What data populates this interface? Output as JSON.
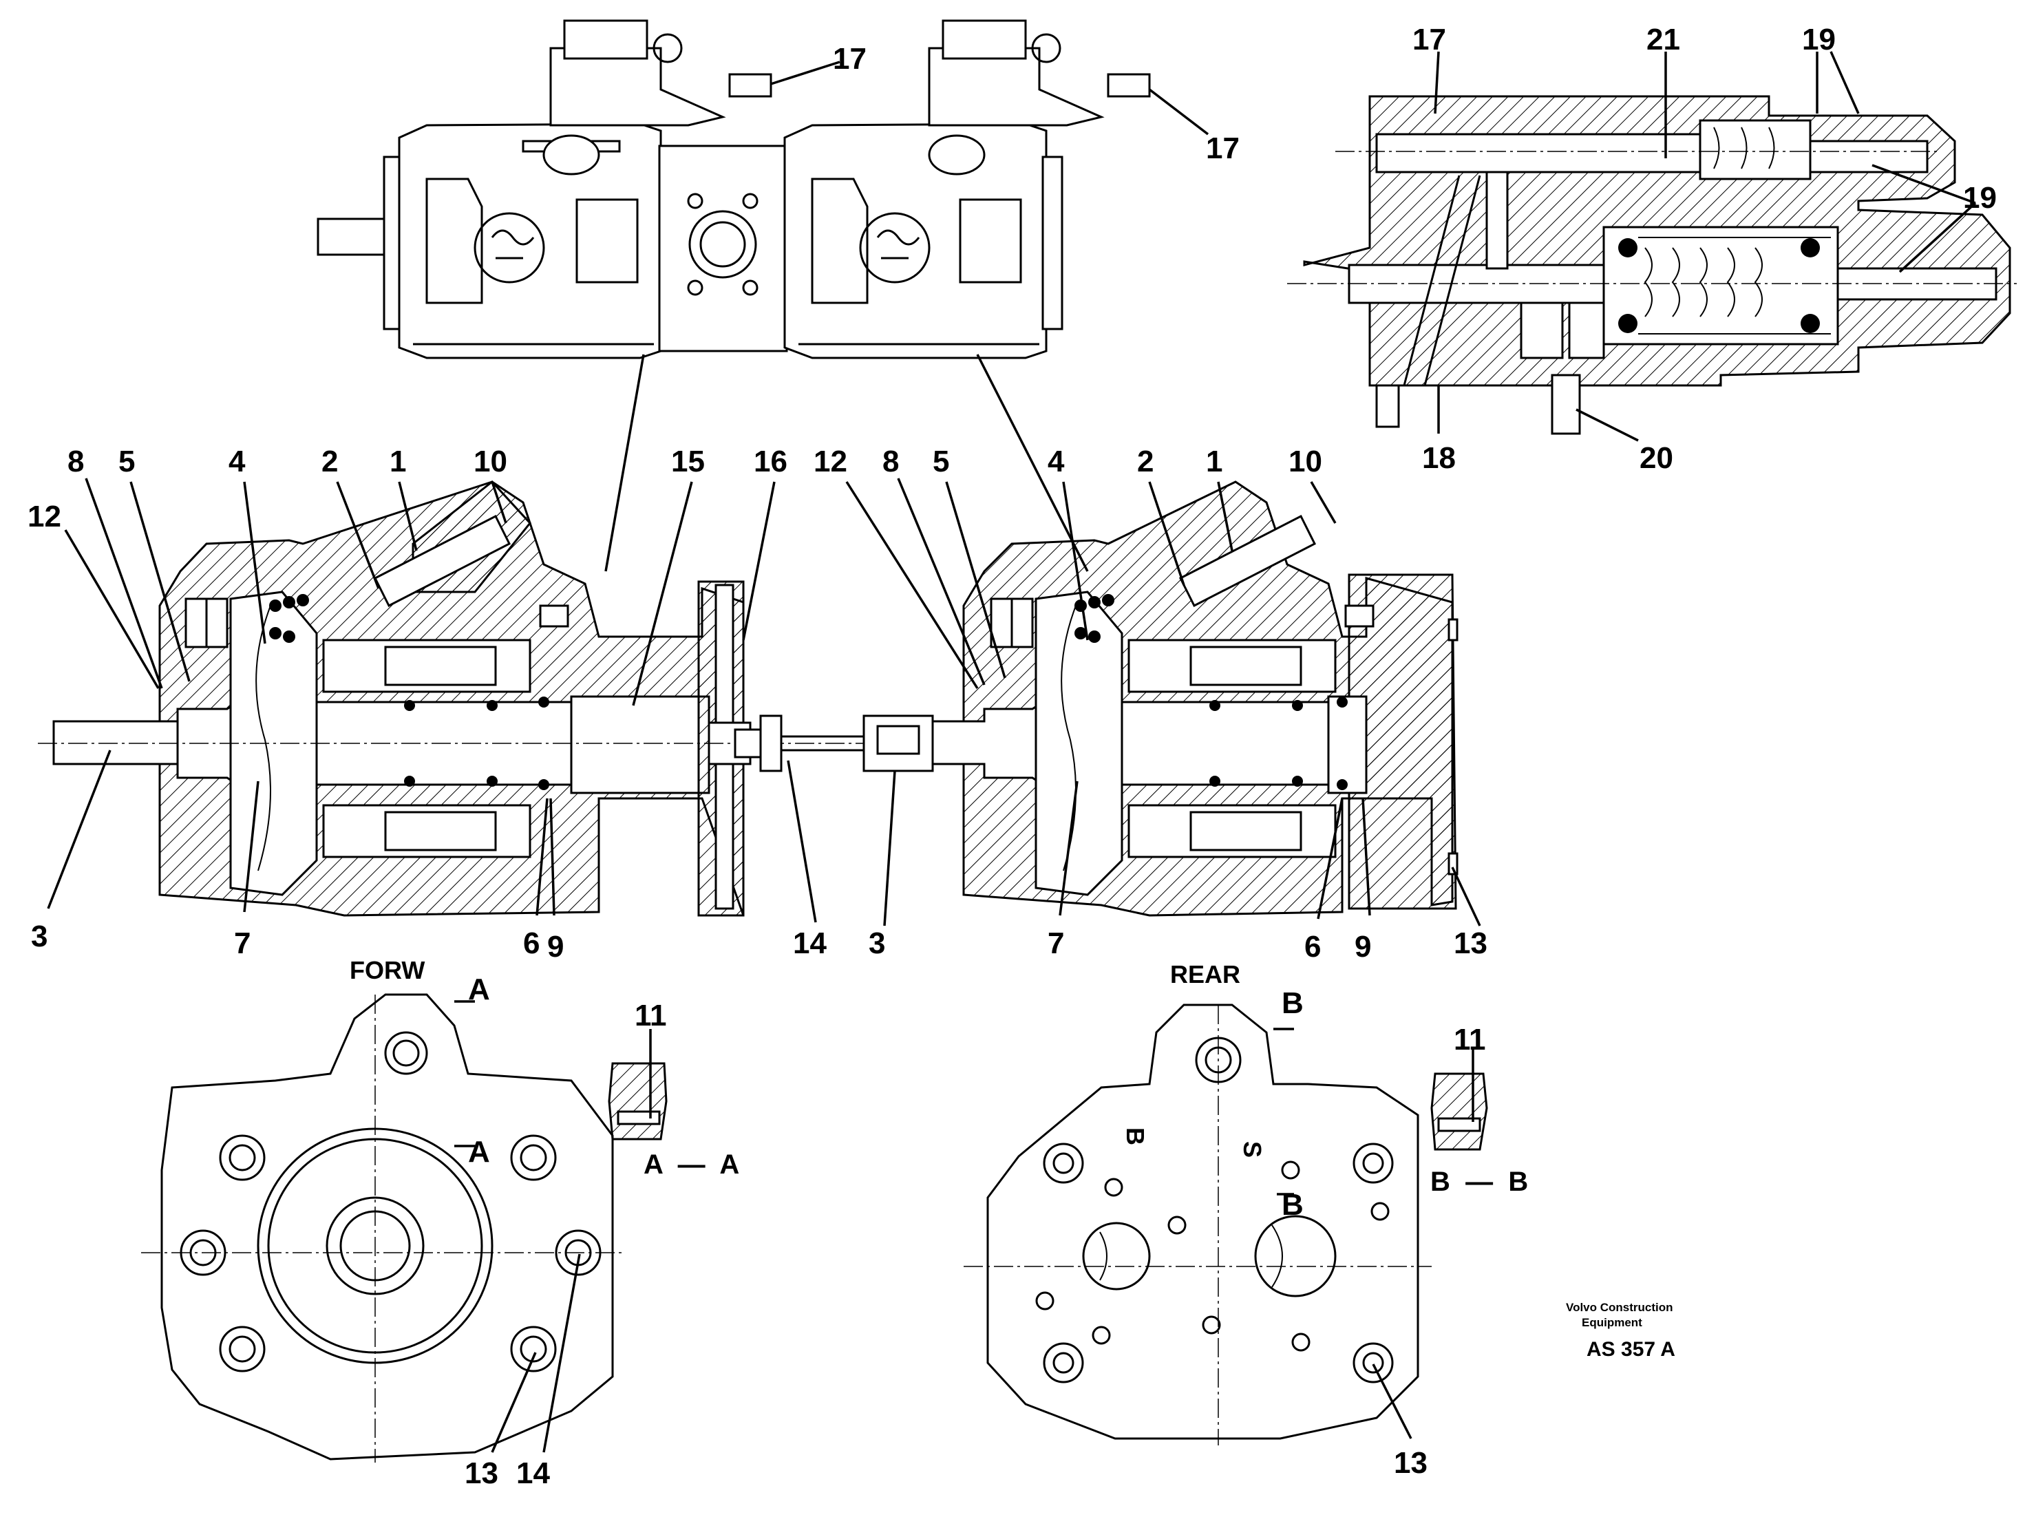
{
  "callouts": {
    "top_pump_left_17": "17",
    "top_pump_right_17": "17",
    "valve_17": "17",
    "valve_21": "21",
    "valve_19_top": "19",
    "valve_19_right": "19",
    "valve_18": "18",
    "valve_20": "20",
    "lp_12": "12",
    "lp_8": "8",
    "lp_5": "5",
    "lp_4": "4",
    "lp_2": "2",
    "lp_1": "1",
    "lp_10": "10",
    "lp_15": "15",
    "lp_16": "16",
    "lp_3": "3",
    "lp_7": "7",
    "lp_6": "6",
    "lp_9": "9",
    "mid_14": "14",
    "rp_12": "12",
    "rp_8": "8",
    "rp_5": "5",
    "rp_4": "4",
    "rp_2": "2",
    "rp_1": "1",
    "rp_10": "10",
    "rp_3": "3",
    "rp_7": "7",
    "rp_6": "6",
    "rp_9": "9",
    "rp_13": "13",
    "fw_11": "11",
    "fw_13": "13",
    "fw_14": "14",
    "rr_11": "11",
    "rr_13": "13",
    "fw_a_top": "A",
    "fw_a_mid": "A",
    "rr_b_top": "B",
    "rr_b_mid": "B",
    "rr_face_b": "B",
    "rr_face_s": "S"
  },
  "views": {
    "forw": "FORW",
    "rear": "REAR",
    "section_aa": "A  —  A",
    "section_bb": "B  —  B"
  },
  "footer": {
    "company_line1": "Volvo Construction",
    "company_line2": "Equipment",
    "drawing_ref": "AS 357 A"
  }
}
